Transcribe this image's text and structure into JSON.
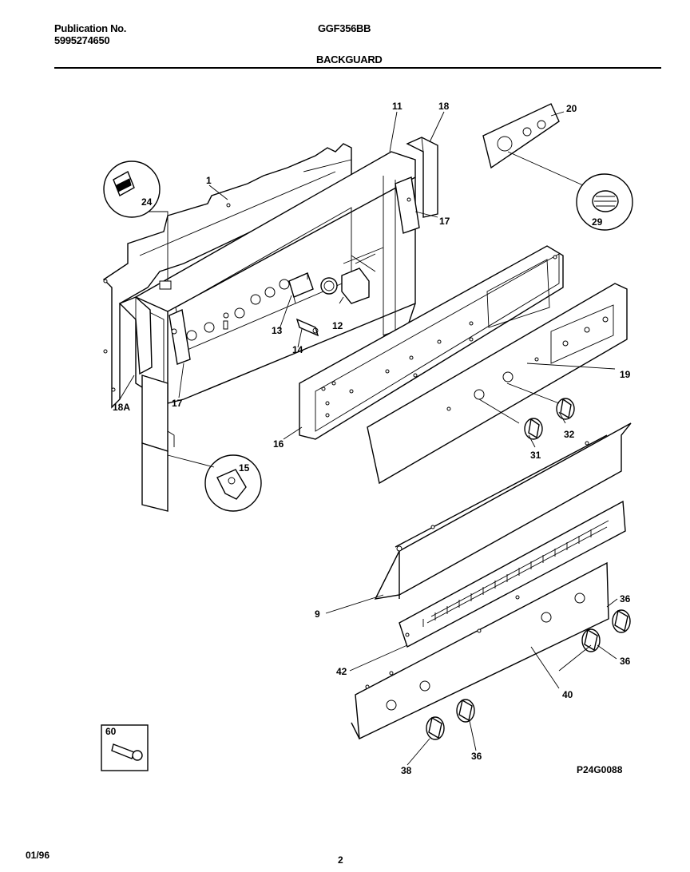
{
  "header": {
    "publication_label": "Publication No.",
    "publication_number": "5995274650",
    "model": "GGF356BB",
    "section": "BACKGUARD"
  },
  "footer": {
    "date": "01/96",
    "page": "2",
    "drawing_code": "P24G0088"
  },
  "callouts": [
    {
      "id": "1",
      "label": "1"
    },
    {
      "id": "11",
      "label": "11"
    },
    {
      "id": "18",
      "label": "18"
    },
    {
      "id": "20",
      "label": "20"
    },
    {
      "id": "24",
      "label": "24"
    },
    {
      "id": "29",
      "label": "29"
    },
    {
      "id": "17a",
      "label": "17"
    },
    {
      "id": "13",
      "label": "13"
    },
    {
      "id": "12",
      "label": "12"
    },
    {
      "id": "14",
      "label": "14"
    },
    {
      "id": "19",
      "label": "19"
    },
    {
      "id": "18A",
      "label": "18A"
    },
    {
      "id": "17b",
      "label": "17"
    },
    {
      "id": "16",
      "label": "16"
    },
    {
      "id": "32",
      "label": "32"
    },
    {
      "id": "31",
      "label": "31"
    },
    {
      "id": "15",
      "label": "15"
    },
    {
      "id": "9",
      "label": "9"
    },
    {
      "id": "36a",
      "label": "36"
    },
    {
      "id": "36b",
      "label": "36"
    },
    {
      "id": "42",
      "label": "42"
    },
    {
      "id": "40",
      "label": "40"
    },
    {
      "id": "60",
      "label": "60"
    },
    {
      "id": "36c",
      "label": "36"
    },
    {
      "id": "38",
      "label": "38"
    }
  ]
}
